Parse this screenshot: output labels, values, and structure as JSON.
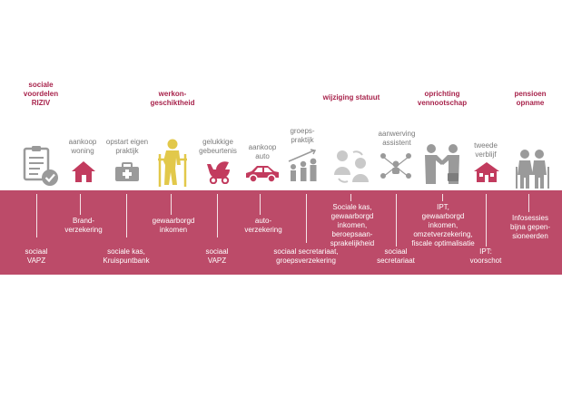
{
  "colors": {
    "band": "#bc4b69",
    "accent_title": "#a8244c",
    "grey_text": "#7a7a7a",
    "icon_grey": "#9a9a9a",
    "icon_red": "#c23b5e",
    "icon_yellow": "#e2c84a"
  },
  "top_labels": {
    "riziv": "sociale\nvoordelen\nRIZIV",
    "woning": "aankoop\nwoning",
    "praktijk": "opstart eigen\npraktijk",
    "werkon": "werkon-\ngeschiktheid",
    "geluk": "gelukkige\ngebeurtenis",
    "auto": "aankoop\nauto",
    "groeps": "groeps-\npraktijk",
    "statuut": "wijziging statuut",
    "assistent": "aanwerving\nassistent",
    "vennootschap": "oprichting\nvennootschap",
    "verblijf": "tweede\nverblijf",
    "pensioen": "pensioen\nopname"
  },
  "icons": {
    "riziv": "clipboard-check-icon",
    "woning": "house-icon",
    "praktijk": "medical-kit-icon",
    "werkon": "injured-person-crutches-icon",
    "geluk": "baby-stroller-icon",
    "auto": "car-icon",
    "groeps": "group-growth-icon",
    "statuut": "people-exchange-icon",
    "assistent": "network-people-icon",
    "vennootschap": "handshake-icon",
    "verblijf": "second-home-icon",
    "pensioen": "elderly-couple-icon"
  },
  "band_labels": {
    "brand": "Brand-\nverzekering",
    "gewaarborgd1": "gewaarborgd\ninkomen",
    "autoverz": "auto-\nverzekering",
    "sociale_kas": "Sociale kas,\ngewaarborgd\ninkomen,\nberoepsaan-\nsprakelijkheid",
    "ipt_lijst": "IPT,\ngewaarborgd\ninkomen,\nomzetverzekering,\nfiscale optimalisatie",
    "infosessies": "Infosessies\nbijna gepen-\nsioneerden",
    "vapz1": "sociaal\nVAPZ",
    "kruispunt": "sociale kas,\nKruispuntbank",
    "vapz2": "sociaal\nVAPZ",
    "secr_groeps": "sociaal secretariaat,\ngroepsverzekering",
    "secr": "sociaal\nsecretariaat",
    "ipt_voorschot": "IPT:\nvoorschot"
  }
}
